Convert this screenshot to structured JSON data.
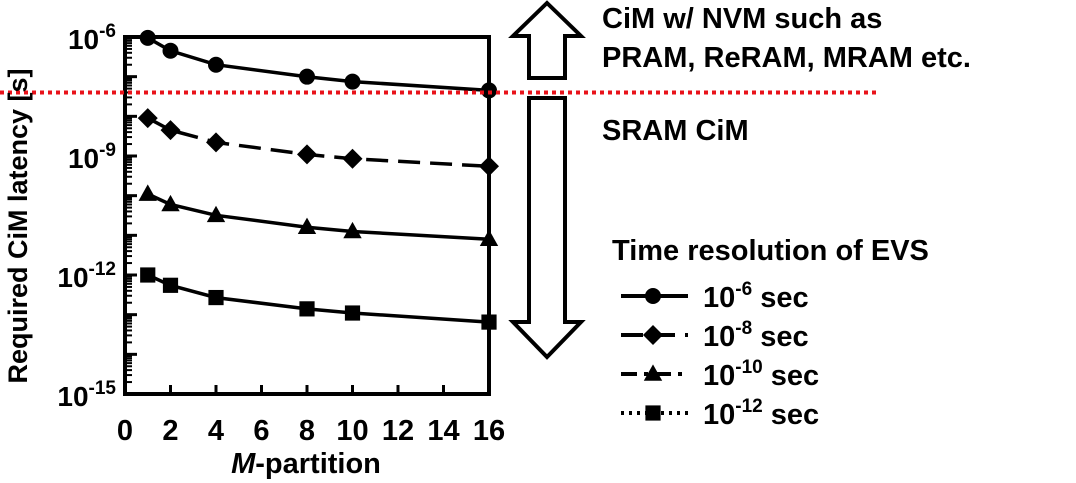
{
  "chart_data": {
    "type": "line",
    "ylabel": "Required CiM latency [s]",
    "xlabel_italic": "M",
    "xlabel_rest": "-partition",
    "y_scale": "log",
    "ylim": [
      1e-15,
      1e-06
    ],
    "xlim": [
      0,
      16
    ],
    "x_ticks": [
      "0",
      "2",
      "4",
      "6",
      "8",
      "10",
      "12",
      "14",
      "16"
    ],
    "y_ticks": [
      {
        "base": "10",
        "exp": "-6",
        "value": 1e-06
      },
      {
        "base": "10",
        "exp": "-9",
        "value": 1e-09
      },
      {
        "base": "10",
        "exp": "-12",
        "value": 1e-12
      },
      {
        "base": "10",
        "exp": "-15",
        "value": 1e-15
      }
    ],
    "x": [
      1,
      2,
      4,
      8,
      10,
      16
    ],
    "legend_title": "Time resolution of EVS",
    "legend_position": "right",
    "series": [
      {
        "name": {
          "base": "10",
          "exp": "-6",
          "unit": " sec"
        },
        "marker": "circle",
        "dash": "solid",
        "values": [
          9.5e-07,
          4.5e-07,
          2e-07,
          1e-07,
          7.5e-08,
          4.5e-08
        ]
      },
      {
        "name": {
          "base": "10",
          "exp": "-8",
          "unit": " sec"
        },
        "marker": "diamond",
        "dash": "dashed",
        "values": [
          9e-09,
          4.5e-09,
          2.2e-09,
          1.1e-09,
          8.5e-10,
          5.5e-10
        ]
      },
      {
        "name": {
          "base": "10",
          "exp": "-10",
          "unit": " sec"
        },
        "marker": "triangle",
        "dash": "dashdot",
        "values": [
          1.1e-10,
          6e-11,
          3.2e-11,
          1.6e-11,
          1.25e-11,
          8e-12
        ]
      },
      {
        "name": {
          "base": "10",
          "exp": "-12",
          "unit": " sec"
        },
        "marker": "square",
        "dash": "dotted",
        "values": [
          1e-12,
          5.5e-13,
          2.7e-13,
          1.4e-13,
          1.1e-13,
          6.5e-14
        ]
      }
    ],
    "threshold": {
      "value": 4e-08,
      "color": "#e8121a",
      "style": "dotted"
    },
    "annotations": {
      "upper_line1": "CiM w/ NVM such as",
      "upper_line2": "PRAM, ReRAM, MRAM etc.",
      "lower": "SRAM CiM"
    }
  }
}
